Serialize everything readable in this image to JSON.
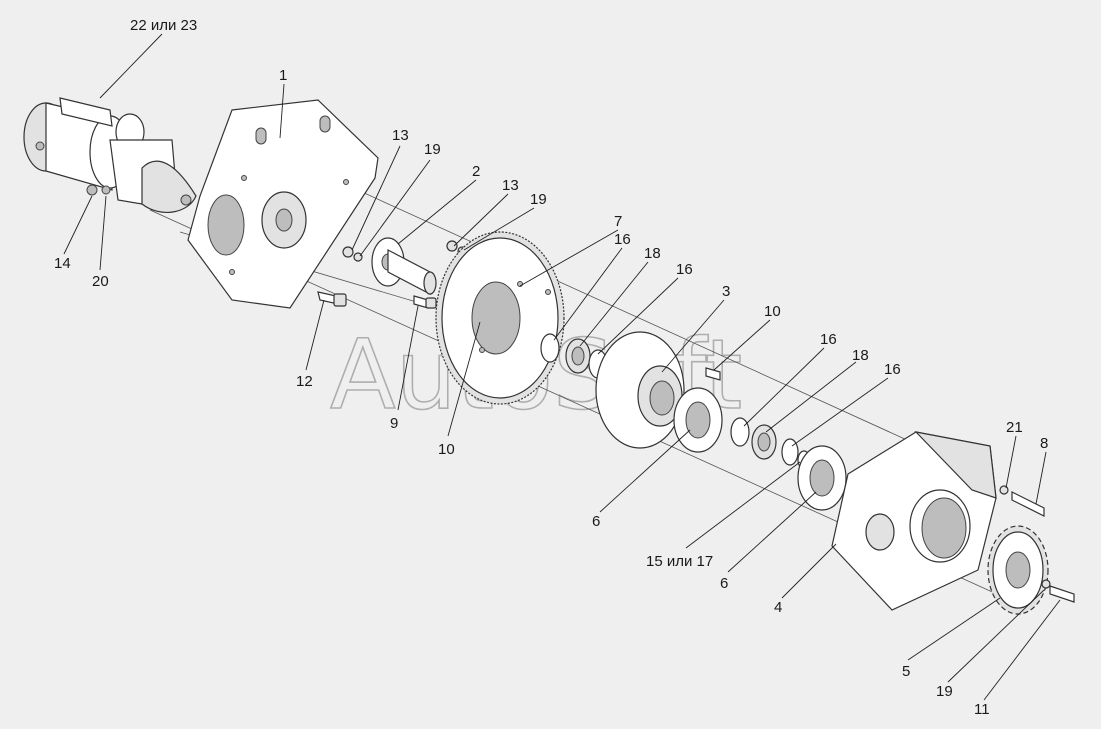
{
  "watermark": "AutoSoft",
  "labels": [
    {
      "id": "l-22-23",
      "text": "22 или 23"
    },
    {
      "id": "l-1",
      "text": "1"
    },
    {
      "id": "l-13a",
      "text": "13"
    },
    {
      "id": "l-19a",
      "text": "19"
    },
    {
      "id": "l-2",
      "text": "2"
    },
    {
      "id": "l-13b",
      "text": "13"
    },
    {
      "id": "l-19b",
      "text": "19"
    },
    {
      "id": "l-7",
      "text": "7"
    },
    {
      "id": "l-16a",
      "text": "16"
    },
    {
      "id": "l-18a",
      "text": "18"
    },
    {
      "id": "l-16b",
      "text": "16"
    },
    {
      "id": "l-3",
      "text": "3"
    },
    {
      "id": "l-10a",
      "text": "10"
    },
    {
      "id": "l-16c",
      "text": "16"
    },
    {
      "id": "l-18b",
      "text": "18"
    },
    {
      "id": "l-16d",
      "text": "16"
    },
    {
      "id": "l-14",
      "text": "14"
    },
    {
      "id": "l-20",
      "text": "20"
    },
    {
      "id": "l-12",
      "text": "12"
    },
    {
      "id": "l-9",
      "text": "9"
    },
    {
      "id": "l-10b",
      "text": "10"
    },
    {
      "id": "l-6a",
      "text": "6"
    },
    {
      "id": "l-15-17",
      "text": "15 или 17"
    },
    {
      "id": "l-6b",
      "text": "6"
    },
    {
      "id": "l-4",
      "text": "4"
    },
    {
      "id": "l-21",
      "text": "21"
    },
    {
      "id": "l-8",
      "text": "8"
    },
    {
      "id": "l-5",
      "text": "5"
    },
    {
      "id": "l-19c",
      "text": "19"
    },
    {
      "id": "l-11",
      "text": "11"
    }
  ]
}
